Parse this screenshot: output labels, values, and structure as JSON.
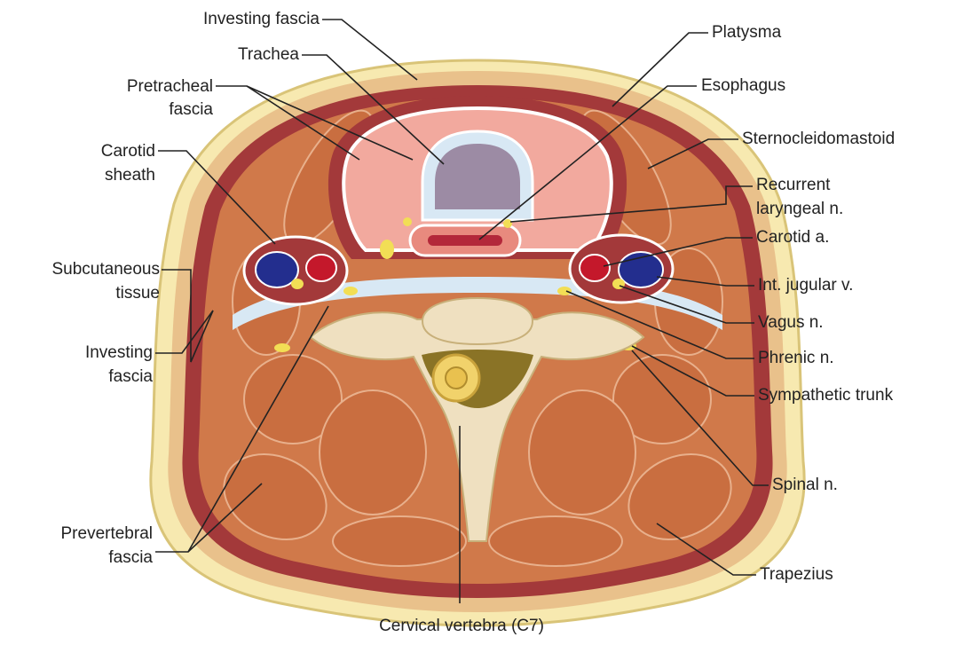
{
  "colors": {
    "skin_fat": "#f7e9b0",
    "fat_outline": "#e2cf86",
    "muscle": "#d0794a",
    "muscle_dark": "#b15d34",
    "fascia": "#a3393a",
    "fascia_light": "#d8e8f4",
    "thyroid": "#f2a99e",
    "trachea_lumen": "#9c8ba4",
    "bone": "#efe0c0",
    "artery": "#c4182b",
    "vein": "#232e8e",
    "nerve": "#f2de55",
    "leader": "#222222"
  },
  "labels": {
    "investing_fascia_top": "Investing fascia",
    "trachea": "Trachea",
    "pretracheal_1": "Pretracheal",
    "pretracheal_2": "fascia",
    "carotid_sheath_1": "Carotid",
    "carotid_sheath_2": "sheath",
    "subcutaneous_1": "Subcutaneous",
    "subcutaneous_2": "tissue",
    "investing_left_1": "Investing",
    "investing_left_2": "fascia",
    "prevertebral_1": "Prevertebral",
    "prevertebral_2": "fascia",
    "cervical_vertebra": "Cervical vertebra (C7)",
    "platysma": "Platysma",
    "esophagus": "Esophagus",
    "sternocleidomastoid": "Sternocleidomastoid",
    "recurrent_1": "Recurrent",
    "recurrent_2": "laryngeal n.",
    "carotid_a": "Carotid a.",
    "int_jugular": "Int. jugular v.",
    "vagus": "Vagus n.",
    "phrenic": "Phrenic n.",
    "sympathetic": "Sympathetic trunk",
    "spinal": "Spinal n.",
    "trapezius": "Trapezius"
  }
}
